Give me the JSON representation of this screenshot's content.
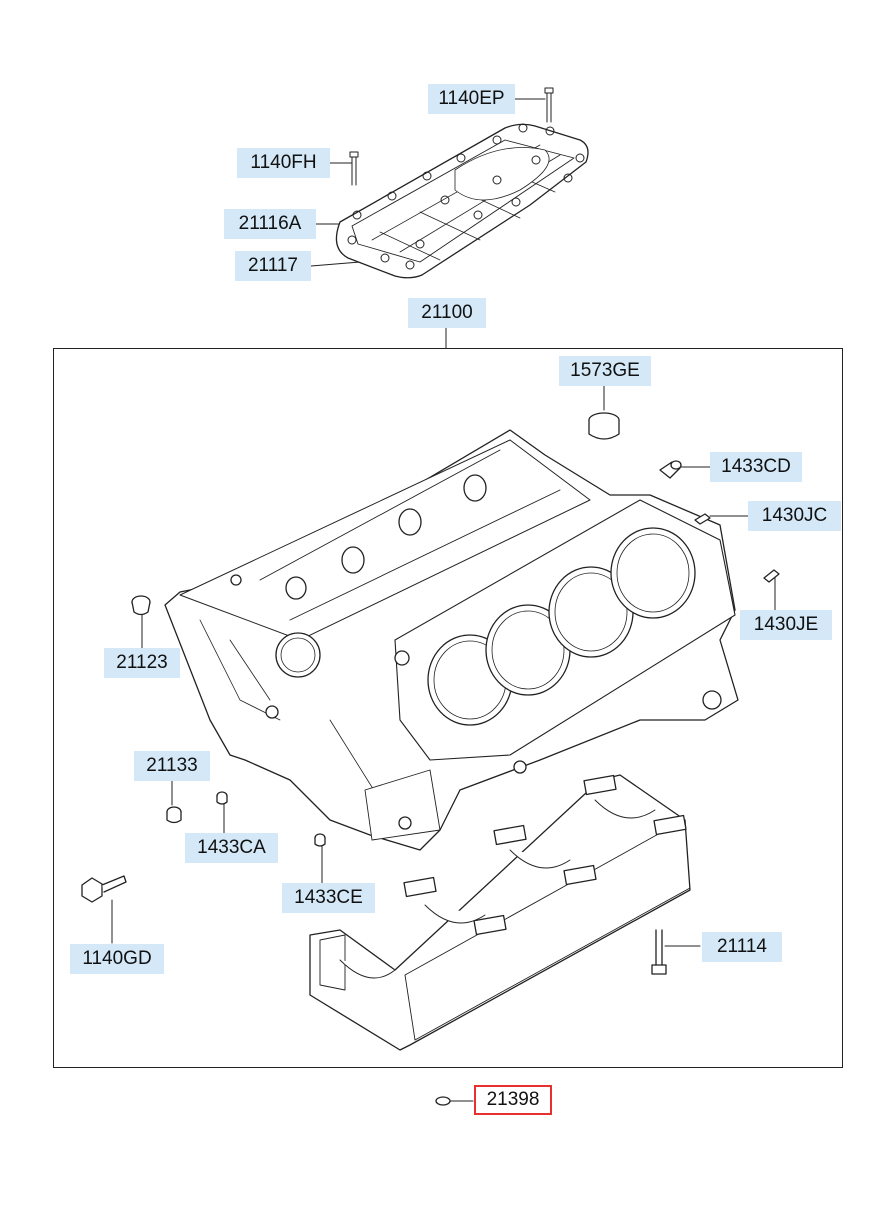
{
  "labels": {
    "l_1140EP": "1140EP",
    "l_1140FH": "1140FH",
    "l_21116A": "21116A",
    "l_21117": "21117",
    "l_21100": "21100",
    "l_1573GE": "1573GE",
    "l_1433CD": "1433CD",
    "l_1430JC": "1430JC",
    "l_1430JE": "1430JE",
    "l_21123": "21123",
    "l_21133": "21133",
    "l_1433CA": "1433CA",
    "l_1433CE": "1433CE",
    "l_1140GD": "1140GD",
    "l_21114": "21114",
    "l_21398": "21398"
  },
  "highlighted_part": "21398",
  "colors": {
    "label_background": "#d4e8f7",
    "highlight_border": "#e8302e",
    "line": "#222222"
  }
}
